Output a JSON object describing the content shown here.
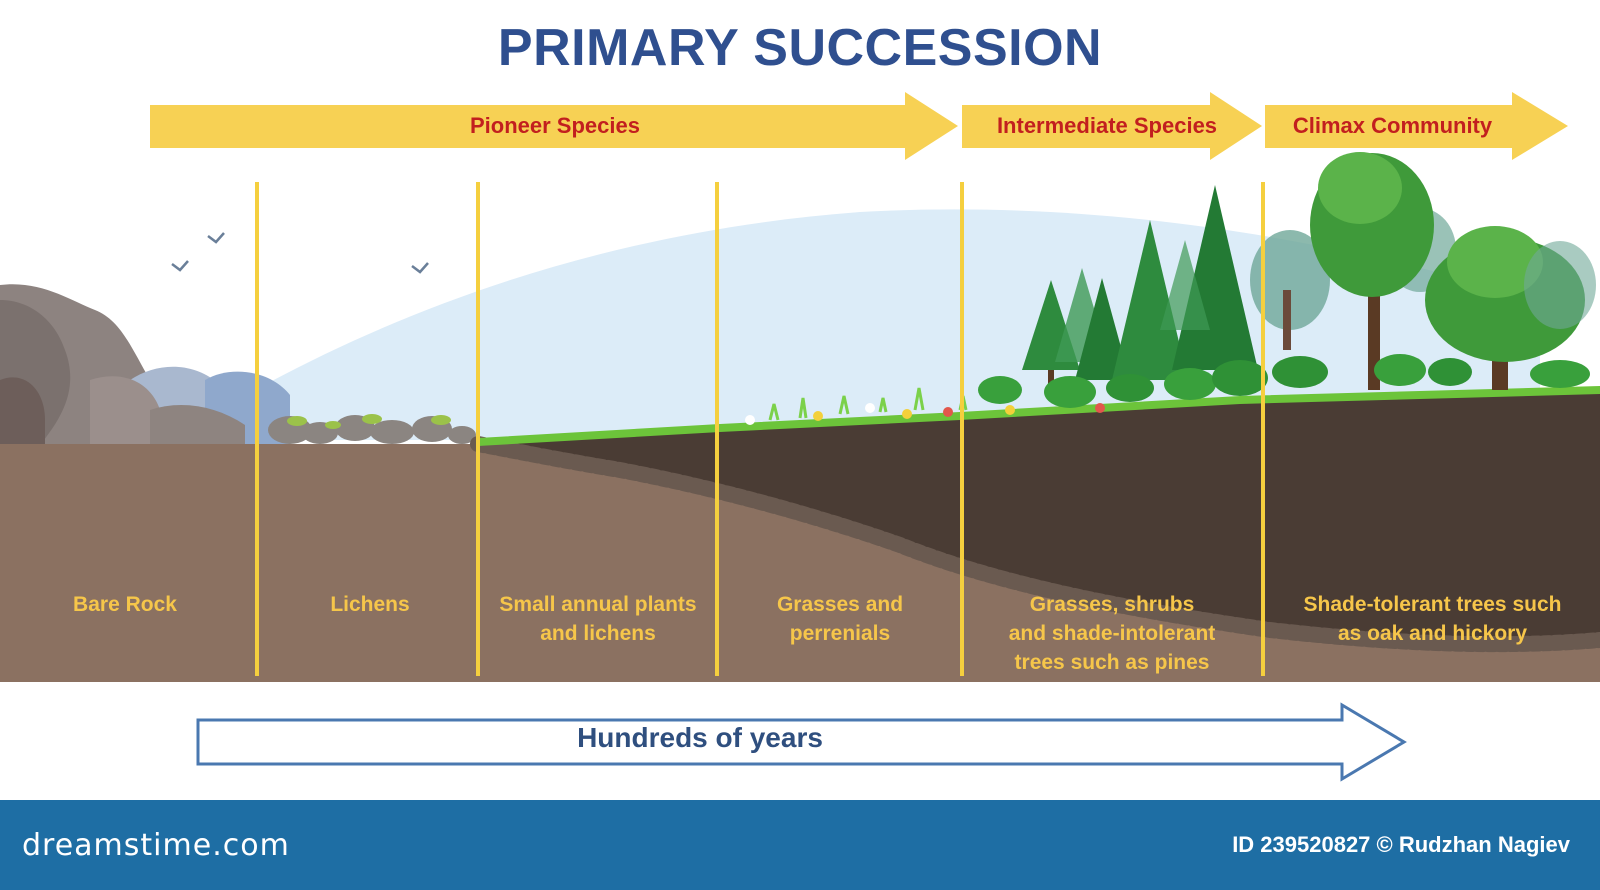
{
  "title": "PRIMARY SUCCESSION",
  "phases": [
    {
      "label": "Pioneer Species"
    },
    {
      "label": "Intermediate Species"
    },
    {
      "label": "Climax Community"
    }
  ],
  "stages": [
    {
      "label": "Bare Rock"
    },
    {
      "label": "Lichens"
    },
    {
      "label": "Small annual plants\nand lichens"
    },
    {
      "label": "Grasses and\nperrenials"
    },
    {
      "label": "Grasses, shrubs\nand shade-intolerant\ntrees such as pines"
    },
    {
      "label": "Shade-tolerant trees such\nas oak and hickory"
    }
  ],
  "timeline": {
    "label": "Hundreds of years"
  },
  "footer": {
    "logo": "dreamstime.com",
    "credit": "ID 239520827 © Rudzhan Nagiev"
  },
  "colors": {
    "title": "#2f4f8f",
    "phase_arrow": "#f7d154",
    "phase_text": "#c21f1f",
    "stage_text": "#f6c64a",
    "divider": "#f5cf3e",
    "soil_light": "#8b7161",
    "soil_dark": "#4a3c34",
    "grass": "#6cc43a",
    "sky": "#dcecf8",
    "rock": "#9a8f8a",
    "footer": "#1e6ea4"
  }
}
